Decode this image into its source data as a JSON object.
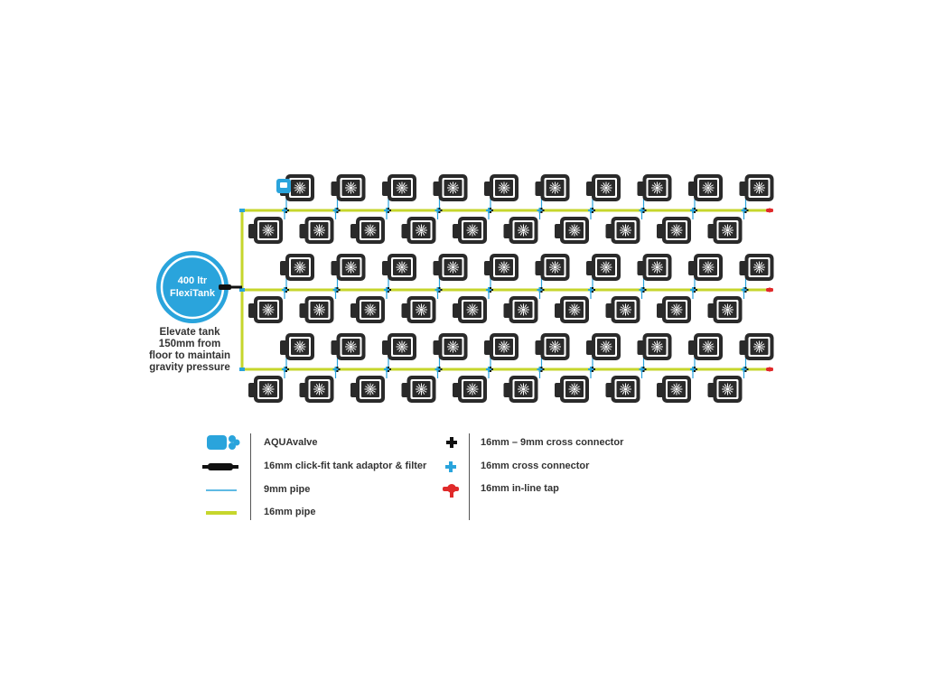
{
  "tank": {
    "line1": "400 ltr",
    "line2": "FlexiTank",
    "note": [
      "Elevate tank",
      "150mm from",
      "floor to maintain",
      "gravity pressure"
    ]
  },
  "legend": {
    "aquavalve": "AQUAvalve",
    "adaptor": "16mm click-fit tank adaptor & filter",
    "pipe9": "9mm pipe",
    "pipe16": "16mm pipe",
    "cross_16_9": "16mm – 9mm cross connector",
    "cross_16": "16mm cross connector",
    "tap": "16mm in-line tap"
  },
  "colors": {
    "tank_blue": "#2aa4dc",
    "pipe16": "#c6d62c",
    "pipe9": "#2aa4dc",
    "tap_red": "#e02a2a",
    "pot": "#2a2a2a"
  },
  "layout_counts": {
    "rows": 3,
    "pots_per_side": 10
  }
}
